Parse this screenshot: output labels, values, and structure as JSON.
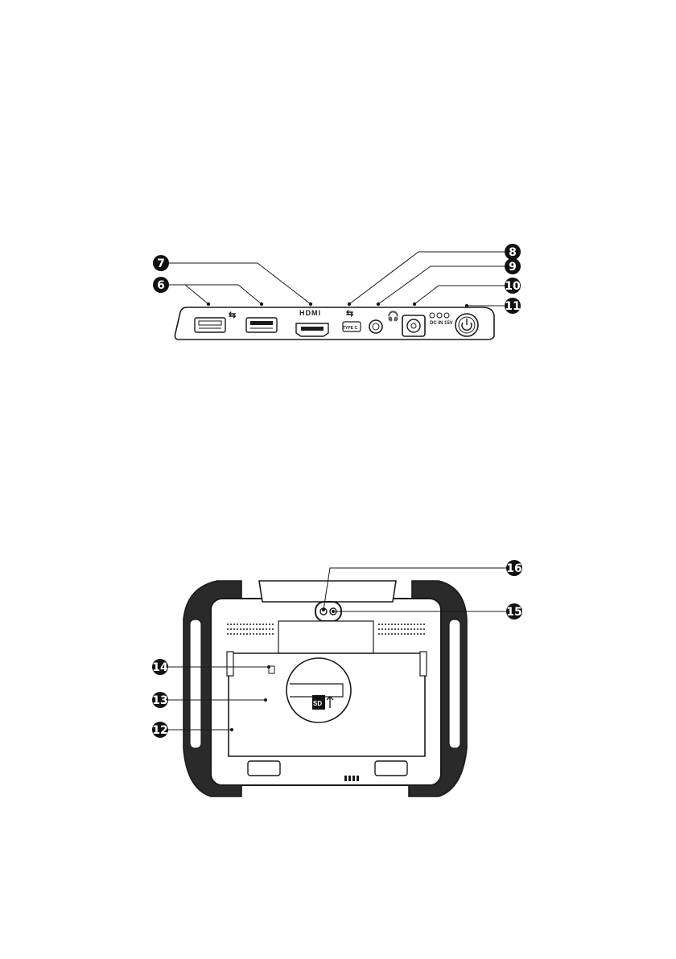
{
  "top_panel": {
    "callouts": [
      {
        "id": "c6",
        "number": "6"
      },
      {
        "id": "c7",
        "number": "7"
      },
      {
        "id": "c8",
        "number": "8"
      },
      {
        "id": "c9",
        "number": "9"
      },
      {
        "id": "c10",
        "number": "10"
      },
      {
        "id": "c11",
        "number": "11"
      }
    ],
    "port_labels": {
      "hdmi": "HDMI",
      "usb_type": "TYPE C",
      "dc_in": "DC IN 15V"
    }
  },
  "back_panel": {
    "callouts": [
      {
        "id": "c12",
        "number": "12"
      },
      {
        "id": "c13",
        "number": "13"
      },
      {
        "id": "c14",
        "number": "14"
      },
      {
        "id": "c15",
        "number": "15"
      },
      {
        "id": "c16",
        "number": "16"
      }
    ],
    "sd_label": "SD"
  },
  "colors": {
    "line": "#1a1a1a",
    "badge": "#111111",
    "device_fill": "#ffffff",
    "dark_band": "#2a2a2a"
  }
}
